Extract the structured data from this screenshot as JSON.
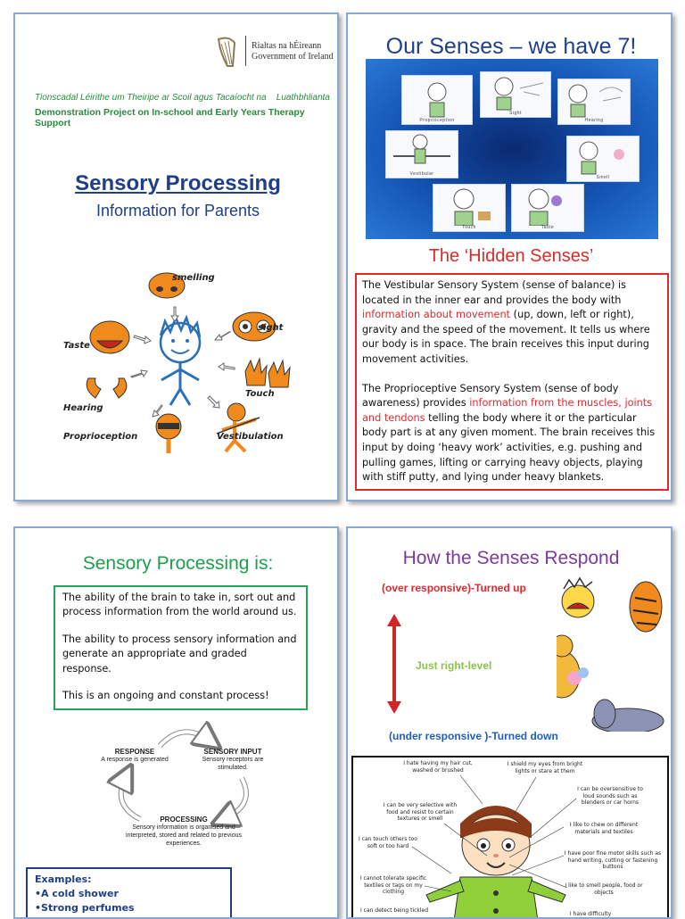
{
  "panel1": {
    "gov_name": [
      "Rialtas na hÉireann",
      "Government of Ireland"
    ],
    "irish_project": "Tionscadal Léirithe um Theiripe ar Scoil agus Tacaíocht na    Luathbhlianta",
    "english_project": "Demonstration Project on In-school and Early Years Therapy Support",
    "title": "Sensory Processing",
    "subtitle": "Information for Parents",
    "cartoon_labels": {
      "smelling": "smelling",
      "sight": "sight",
      "taste": "Taste",
      "touch": "Touch",
      "hearing": "Hearing",
      "proprioception": "Proprioception",
      "vestibulation": "Vestibulation"
    }
  },
  "panel2": {
    "title": "Our Senses – we have 7!",
    "sense_cards": [
      "Proprioception",
      "Sight",
      "Hearing",
      "Vestibular",
      "Smell",
      "Touch",
      "Taste"
    ],
    "hidden_title": "The ‘Hidden Senses’",
    "vestibular": {
      "a": "The Vestibular Sensory System (sense of balance) is located in the inner ear and provides the body with ",
      "red": "information about movement",
      "b": " (up, down, left or right), gravity and the speed of the movement. It tells us where our body is in space. The brain receives this input during movement activities."
    },
    "proprioceptive": {
      "a": "The Proprioceptive Sensory System (sense of body awareness) provides ",
      "red": "information from the muscles, joints and tendons",
      "b": " telling the body where it or the particular body part is at any given moment. The brain receives this input by doing ‘heavy work’ activities, e.g. pushing and pulling games, lifting or carrying heavy objects, playing with stiff putty, and lying under heavy blankets."
    }
  },
  "panel3": {
    "title": "Sensory Processing is:",
    "points": [
      "The ability of the brain to take in, sort out and process information from the world around us.",
      "The ability to process sensory information and generate an appropriate and graded response.",
      "This is an ongoing and constant process!"
    ],
    "cycle": {
      "response_head": "RESPONSE",
      "response_text": "A response is generated",
      "input_head": "SENSORY INPUT",
      "input_text": "Sensory receptors are stimulated.",
      "processing_head": "PROCESSING",
      "processing_text": "Sensory information is organised and interpreted, stored and related to previous experiences."
    },
    "examples_head": "Examples:",
    "examples": [
      "•A cold shower",
      "•Strong perfumes"
    ]
  },
  "panel4": {
    "title": "How the Senses Respond",
    "over": "(over responsive)-Turned up",
    "just": "Just right-level",
    "under": "(under responsive )-Turned down",
    "notes": {
      "hair": "I hate having my hair cut, washed or brushed",
      "eyes": "I shield my eyes from bright lights or stare at them",
      "sounds": "I can be oversensitive to loud sounds such as blenders or car horns",
      "food": "I can be very selective with food and resist to certain textures or smell",
      "chew": "I like to chew on different materials and textiles",
      "touch": "I can touch others too soft or too hard",
      "motor": "I have poor fine motor skills such as hand writing, cutting or fastening buttons",
      "textiles": "I cannot tolerate specific textiles or tags on my clothing",
      "smell": "I like to smell people, food or objects",
      "tickled": "I can detect being tickled",
      "difficulty": "I have difficulty"
    }
  }
}
